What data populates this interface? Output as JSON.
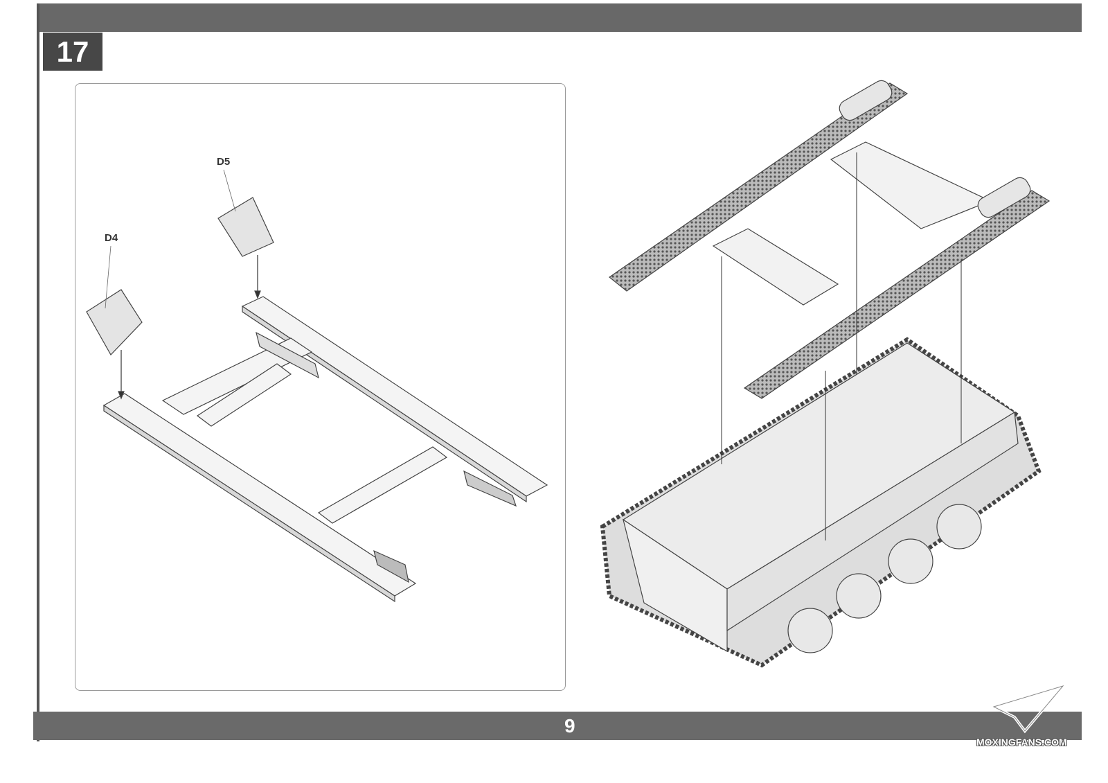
{
  "step_number": "17",
  "page_number": "9",
  "part_labels": {
    "d5": "D5",
    "d4": "D4"
  },
  "watermark": "MOXINGFANS.COM",
  "colors": {
    "bar": "#686868",
    "step_box": "#474747"
  }
}
